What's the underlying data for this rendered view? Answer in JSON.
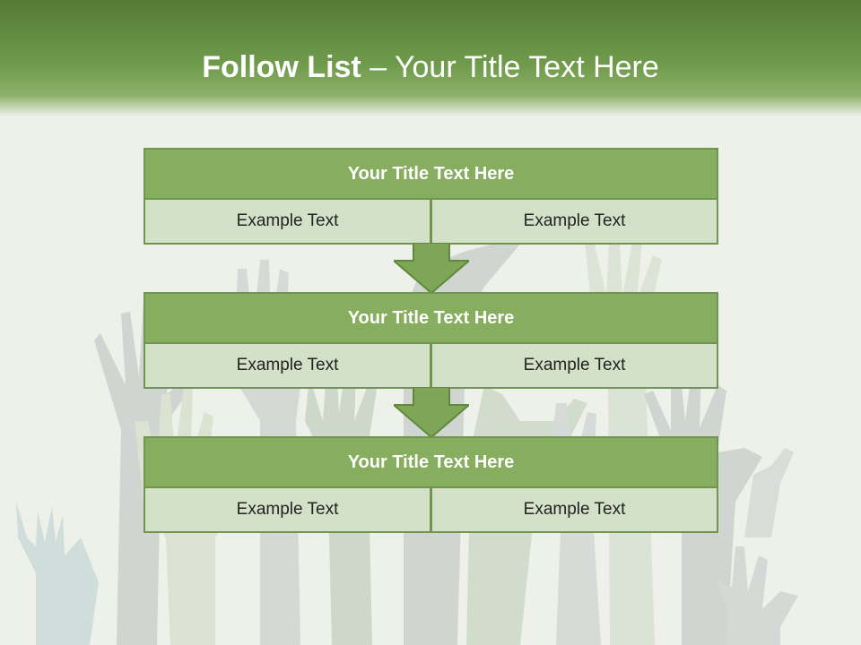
{
  "slide": {
    "title_bold": "Follow List",
    "title_rest": " – Your Title Text Here"
  },
  "steps": [
    {
      "title": "Your Title Text Here",
      "left": "Example Text",
      "right": "Example Text"
    },
    {
      "title": "Your Title Text Here",
      "left": "Example Text",
      "right": "Example Text"
    },
    {
      "title": "Your Title Text Here",
      "left": "Example Text",
      "right": "Example Text"
    }
  ],
  "colors": {
    "header": "#6f9a4b",
    "title_bar": "#87ad5e",
    "cell": "#d2e1c7",
    "border": "#6f9650",
    "arrow": "#7ea656"
  }
}
